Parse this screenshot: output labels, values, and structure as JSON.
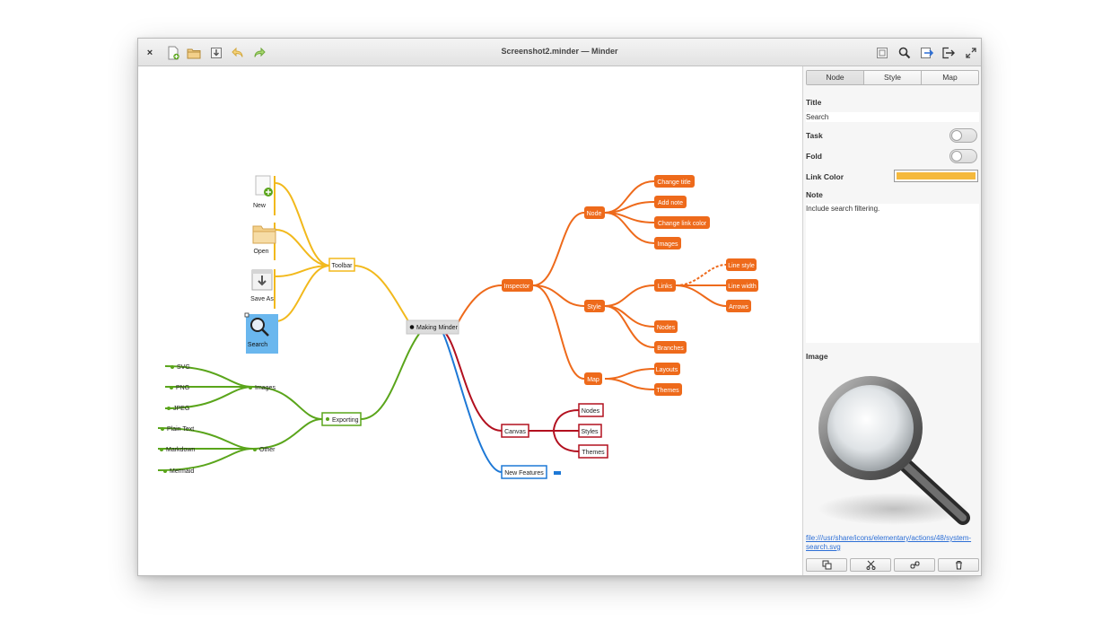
{
  "window": {
    "title": "Screenshot2.minder — Minder",
    "close_glyph": "×"
  },
  "toolbar": {
    "left_icons": [
      "new-document-icon",
      "open-folder-icon",
      "save-as-icon",
      "undo-icon",
      "redo-icon"
    ],
    "right_icons": [
      "zoom-fit-icon",
      "search-icon",
      "export-icon",
      "import-icon",
      "fullscreen-icon"
    ]
  },
  "colors": {
    "yellow_branch": "#f2b91c",
    "orange_branch": "#ee6a1b",
    "green_branch": "#5aa51b",
    "red_branch": "#b2101f",
    "blue_branch": "#1d78d6",
    "selection": "#6ab7ee",
    "link_color": "#f5b93c"
  },
  "mindmap": {
    "root": "Making Minder",
    "toolbar_branch": {
      "label": "Toolbar",
      "children": [
        "New",
        "Open",
        "Save As",
        "Search"
      ]
    },
    "inspector_branch": {
      "label": "Inspector",
      "node": {
        "label": "Node",
        "children": [
          "Change title",
          "Add note",
          "Change link color",
          "Images"
        ]
      },
      "style": {
        "label": "Style",
        "links": {
          "label": "Links",
          "children": [
            "Line style",
            "Line width",
            "Arrows"
          ]
        },
        "children": [
          "Nodes",
          "Branches"
        ]
      },
      "map": {
        "label": "Map",
        "children": [
          "Layouts",
          "Themes"
        ]
      }
    },
    "canvas_branch": {
      "label": "Canvas",
      "children": [
        "Nodes",
        "Styles",
        "Themes"
      ]
    },
    "new_features": "New Features",
    "exporting_branch": {
      "label": "Exporting",
      "images": {
        "label": "Images",
        "children": [
          "SVG",
          "PNG",
          "JPEG"
        ]
      },
      "other": {
        "label": "Other",
        "children": [
          "Plain Text",
          "Markdown",
          "Mermaid"
        ]
      }
    }
  },
  "sidebar": {
    "tabs": [
      "Node",
      "Style",
      "Map"
    ],
    "active_tab": "Node",
    "title_label": "Title",
    "title_value": "Search",
    "task_label": "Task",
    "fold_label": "Fold",
    "link_color_label": "Link Color",
    "note_label": "Note",
    "note_value": "Include search filtering.",
    "image_label": "Image",
    "image_icon": "magnifier-icon",
    "image_path": "file:///usr/share/icons/elementary/actions/48/system-search.svg",
    "bottom_icons": [
      "copy-icon",
      "cut-icon",
      "link-icon",
      "delete-icon"
    ]
  }
}
